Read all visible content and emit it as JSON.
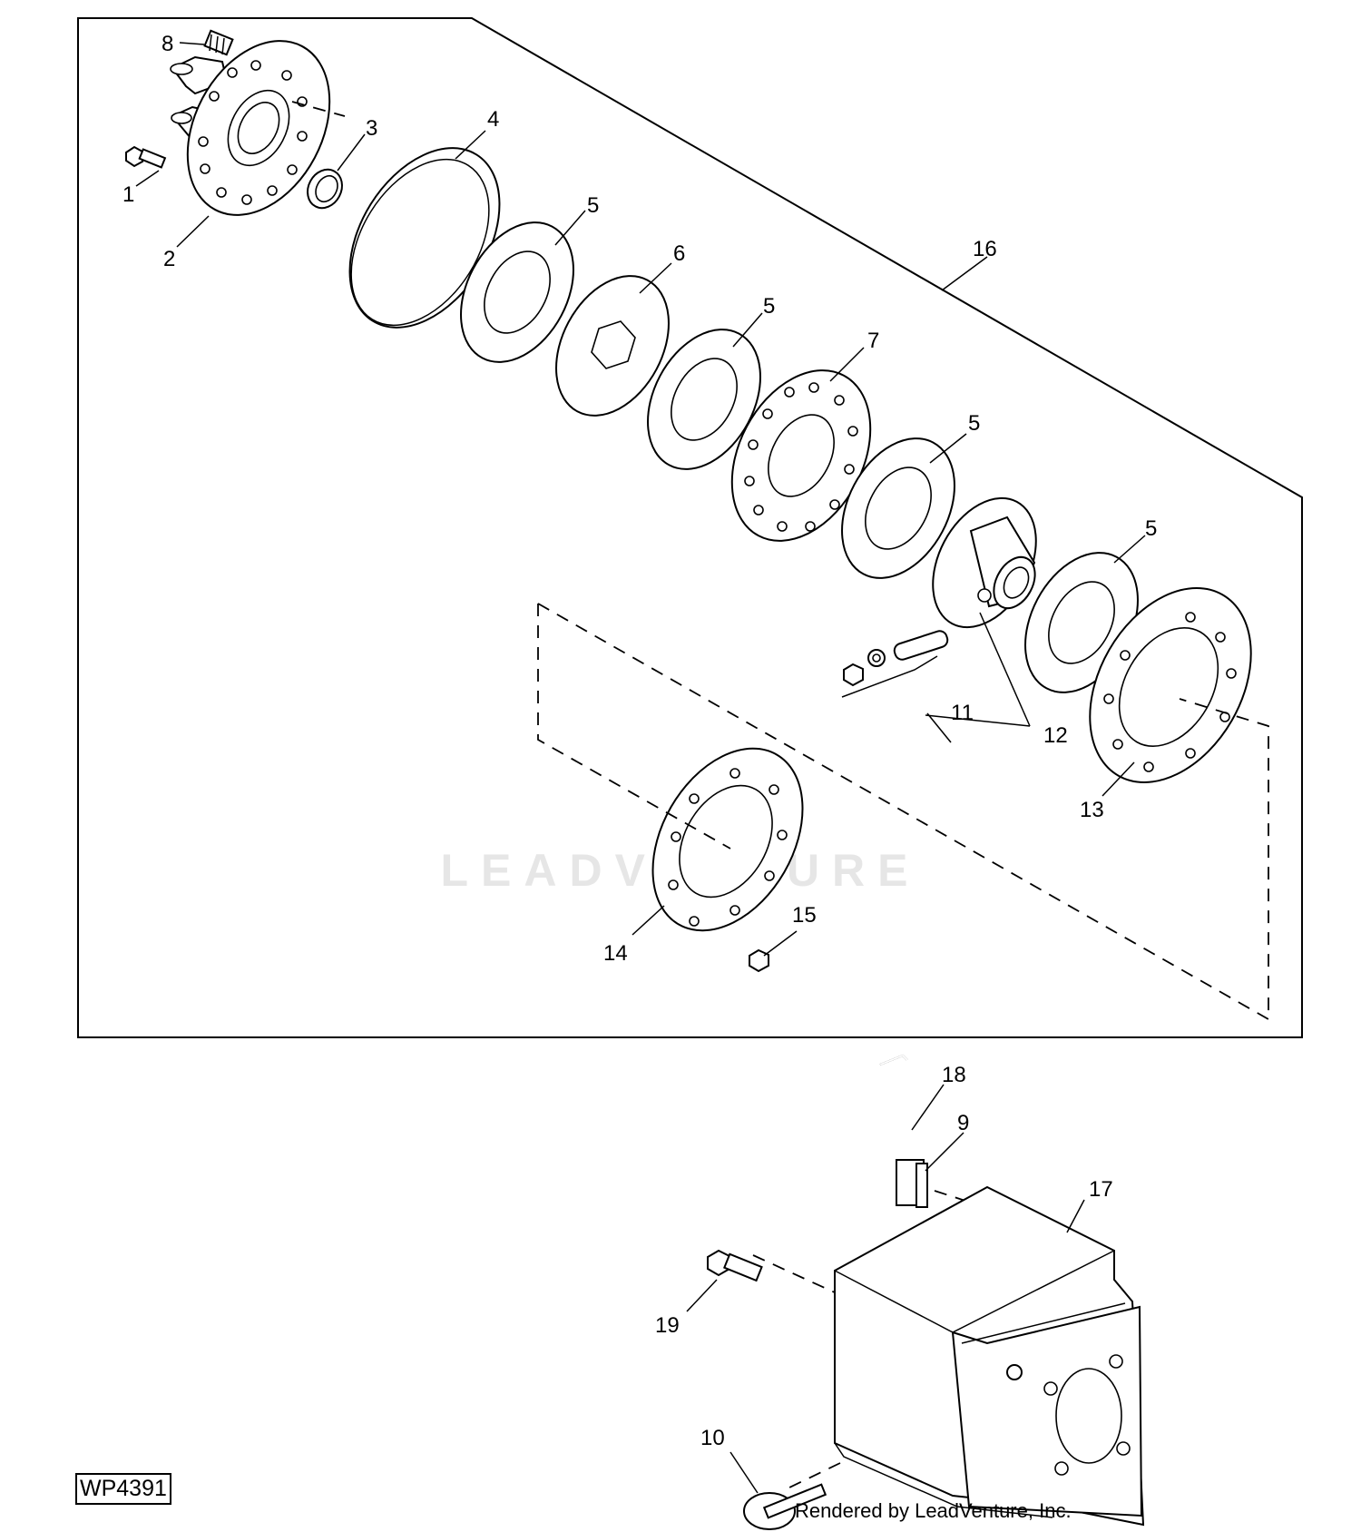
{
  "diagram": {
    "reference_code": "WP4391",
    "credit": "Rendered by LeadVenture, Inc.",
    "watermark": "LEADVENTURE",
    "callouts": [
      {
        "id": "c1",
        "label": "1"
      },
      {
        "id": "c2",
        "label": "2"
      },
      {
        "id": "c3",
        "label": "3"
      },
      {
        "id": "c4",
        "label": "4"
      },
      {
        "id": "c5a",
        "label": "5"
      },
      {
        "id": "c6",
        "label": "6"
      },
      {
        "id": "c5b",
        "label": "5"
      },
      {
        "id": "c7",
        "label": "7"
      },
      {
        "id": "c5c",
        "label": "5"
      },
      {
        "id": "c5d",
        "label": "5"
      },
      {
        "id": "c8",
        "label": "8"
      },
      {
        "id": "c9",
        "label": "9"
      },
      {
        "id": "c10",
        "label": "10"
      },
      {
        "id": "c11",
        "label": "11"
      },
      {
        "id": "c12",
        "label": "12"
      },
      {
        "id": "c13",
        "label": "13"
      },
      {
        "id": "c14",
        "label": "14"
      },
      {
        "id": "c15",
        "label": "15"
      },
      {
        "id": "c16",
        "label": "16"
      },
      {
        "id": "c17",
        "label": "17"
      },
      {
        "id": "c18",
        "label": "18"
      },
      {
        "id": "c19",
        "label": "19"
      }
    ]
  }
}
